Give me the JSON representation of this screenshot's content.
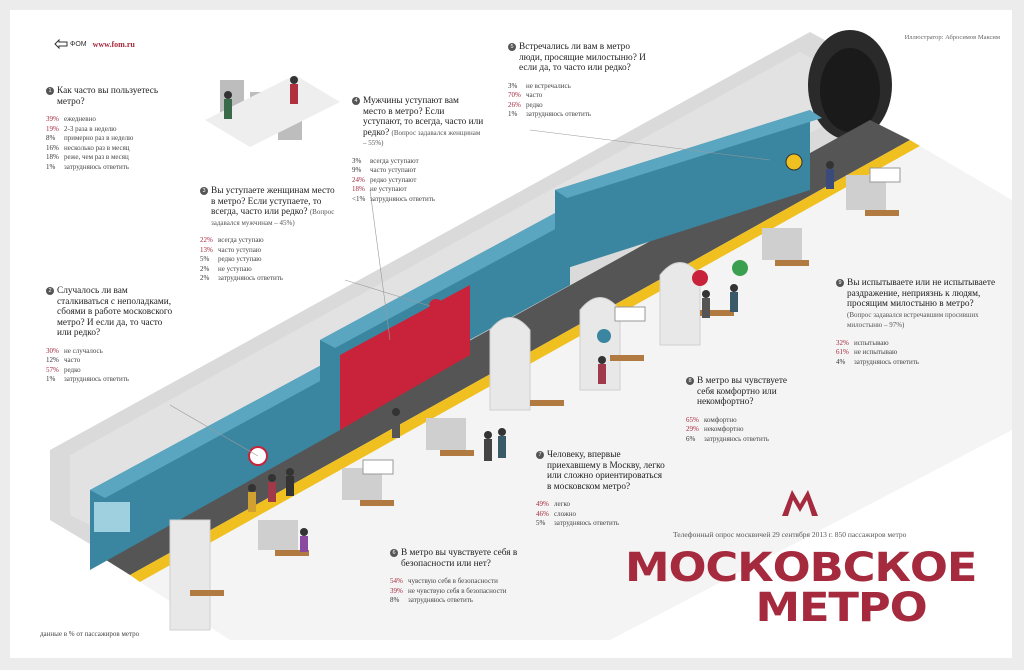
{
  "header": {
    "logo_text": "ФОМ",
    "url": "www.fom.ru",
    "illustrator": "Иллюстратор: Абросимов Максим"
  },
  "title": {
    "line1": "МОСКОВСКОЕ",
    "line2": "МЕТРО",
    "subtitle": "Телефонный опрос москвичей 29 сентября 2013 г. 850 пассажиров метро",
    "logo_letter": "M"
  },
  "footnote": "данные в % от пассажиров метро",
  "colors": {
    "accent": "#a52a3e",
    "train": "#3a86a0",
    "platform": "#f0c020",
    "wall": "#dedede"
  },
  "questions": [
    {
      "num": "1",
      "text": "Как часто вы пользуетесь метро?",
      "note": "",
      "answers": [
        {
          "pct": "39%",
          "label": "ежедневно",
          "hl": true
        },
        {
          "pct": "19%",
          "label": "2-3 раза в неделю",
          "hl": true
        },
        {
          "pct": "8%",
          "label": "примерно раз в неделю",
          "hl": false
        },
        {
          "pct": "16%",
          "label": "несколько раз в месяц",
          "hl": false
        },
        {
          "pct": "18%",
          "label": "реже, чем раз в месяц",
          "hl": false
        },
        {
          "pct": "1%",
          "label": "затрудняюсь ответить",
          "hl": false
        }
      ]
    },
    {
      "num": "2",
      "text": "Случалось ли вам сталкиваться с неполадками, сбоями в работе московского метро? И если да, то часто или редко?",
      "note": "",
      "answers": [
        {
          "pct": "30%",
          "label": "не случалось",
          "hl": true
        },
        {
          "pct": "12%",
          "label": "часто",
          "hl": false
        },
        {
          "pct": "57%",
          "label": "редко",
          "hl": true
        },
        {
          "pct": "1%",
          "label": "затрудняюсь ответить",
          "hl": false
        }
      ]
    },
    {
      "num": "3",
      "text": "Вы уступаете женщинам место в метро? Если уступаете, то всегда, часто или редко?",
      "note": "(Вопрос задавался мужчинам – 45%)",
      "answers": [
        {
          "pct": "22%",
          "label": "всегда уступаю",
          "hl": true
        },
        {
          "pct": "13%",
          "label": "часто уступаю",
          "hl": true
        },
        {
          "pct": "5%",
          "label": "редко уступаю",
          "hl": false
        },
        {
          "pct": "2%",
          "label": "не уступаю",
          "hl": false
        },
        {
          "pct": "2%",
          "label": "затрудняюсь ответить",
          "hl": false
        }
      ]
    },
    {
      "num": "4",
      "text": "Мужчины уступают вам место в метро? Если уступают, то всегда, часто или редко?",
      "note": "(Вопрос задавался женщинам – 55%)",
      "answers": [
        {
          "pct": "3%",
          "label": "всегда уступают",
          "hl": false
        },
        {
          "pct": "9%",
          "label": "часто уступают",
          "hl": false
        },
        {
          "pct": "24%",
          "label": "редко уступают",
          "hl": true
        },
        {
          "pct": "18%",
          "label": "не уступают",
          "hl": true
        },
        {
          "pct": "<1%",
          "label": "затрудняюсь ответить",
          "hl": false
        }
      ]
    },
    {
      "num": "5",
      "text": "Встречались ли вам в метро люди, просящие милостыню? И если да, то часто или редко?",
      "note": "",
      "answers": [
        {
          "pct": "3%",
          "label": "не встречались",
          "hl": false
        },
        {
          "pct": "70%",
          "label": "часто",
          "hl": true
        },
        {
          "pct": "26%",
          "label": "редко",
          "hl": true
        },
        {
          "pct": "1%",
          "label": "затрудняюсь ответить",
          "hl": false
        }
      ]
    },
    {
      "num": "6",
      "text": "В метро вы чувствуете себя в безопасности или нет?",
      "note": "",
      "answers": [
        {
          "pct": "54%",
          "label": "чувствую себя в безопасности",
          "hl": true
        },
        {
          "pct": "39%",
          "label": "не чувствую себя в безопасности",
          "hl": true
        },
        {
          "pct": "8%",
          "label": "затрудняюсь ответить",
          "hl": false
        }
      ]
    },
    {
      "num": "7",
      "text": "Человеку, впервые приехавшему в Москву, легко или сложно ориентироваться в московском метро?",
      "note": "",
      "answers": [
        {
          "pct": "49%",
          "label": "легко",
          "hl": true
        },
        {
          "pct": "46%",
          "label": "сложно",
          "hl": true
        },
        {
          "pct": "5%",
          "label": "затрудняюсь ответить",
          "hl": false
        }
      ]
    },
    {
      "num": "8",
      "text": "В метро вы чувствуете себя комфортно или некомфортно?",
      "note": "",
      "answers": [
        {
          "pct": "65%",
          "label": "комфортно",
          "hl": true
        },
        {
          "pct": "29%",
          "label": "некомфортно",
          "hl": true
        },
        {
          "pct": "6%",
          "label": "затрудняюсь ответить",
          "hl": false
        }
      ]
    },
    {
      "num": "9",
      "text": "Вы испытываете или не испытываете раздражение, неприязнь к людям, просящим милостыню в метро?",
      "note": "(Вопрос задавался встречавшим просивших милостыню – 97%)",
      "answers": [
        {
          "pct": "32%",
          "label": "испытываю",
          "hl": true
        },
        {
          "pct": "61%",
          "label": "не испытываю",
          "hl": true
        },
        {
          "pct": "4%",
          "label": "затрудняюсь ответить",
          "hl": false
        }
      ]
    }
  ]
}
